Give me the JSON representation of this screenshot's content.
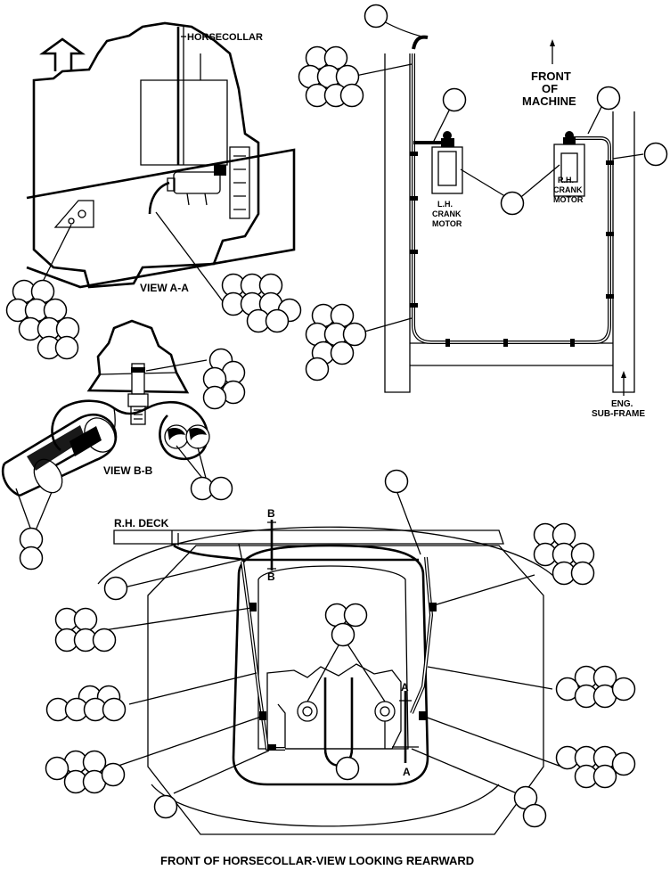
{
  "labels": {
    "horsecollar": "HORSECOLLAR",
    "view_aa": "VIEW A-A",
    "view_bb": "VIEW B-B",
    "front": "FRONT",
    "of": "OF",
    "machine": "MACHINE",
    "lh1": "L.H.",
    "lh2": "CRANK",
    "lh3": "MOTOR",
    "rh1": "R.H.",
    "rh2": "CRANK",
    "rh3": "MOTOR",
    "eng": "ENG.",
    "subframe": "SUB-FRAME",
    "rh_deck": "R.H. DECK",
    "sec_b_top": "B",
    "sec_b_bot": "B",
    "sec_a_top": "A",
    "sec_a_bot": "A",
    "caption": "FRONT OF HORSECOLLAR-VIEW LOOKING REARWARD"
  }
}
